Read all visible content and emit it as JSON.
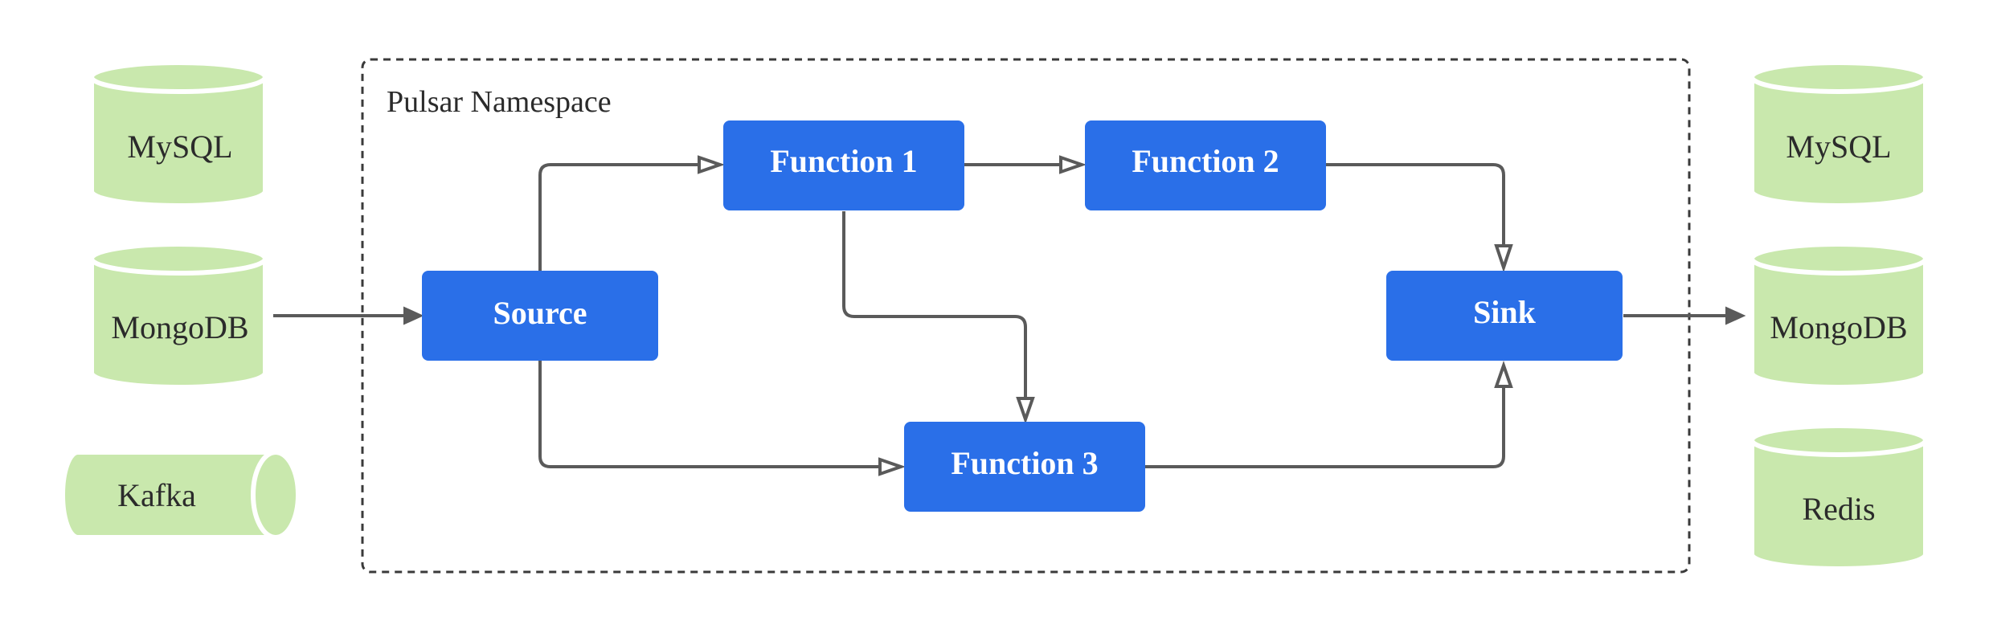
{
  "namespace": {
    "label": "Pulsar Namespace"
  },
  "sources": {
    "mysql": "MySQL",
    "mongodb": "MongoDB",
    "kafka": "Kafka"
  },
  "nodes": {
    "source": "Source",
    "function1": "Function 1",
    "function2": "Function 2",
    "function3": "Function 3",
    "sink": "Sink"
  },
  "sinks": {
    "mysql": "MySQL",
    "mongodb": "MongoDB",
    "redis": "Redis"
  },
  "colors": {
    "node": "#2a6fe8",
    "database": "#c9e8ad",
    "connector": "#5a5a5a"
  }
}
